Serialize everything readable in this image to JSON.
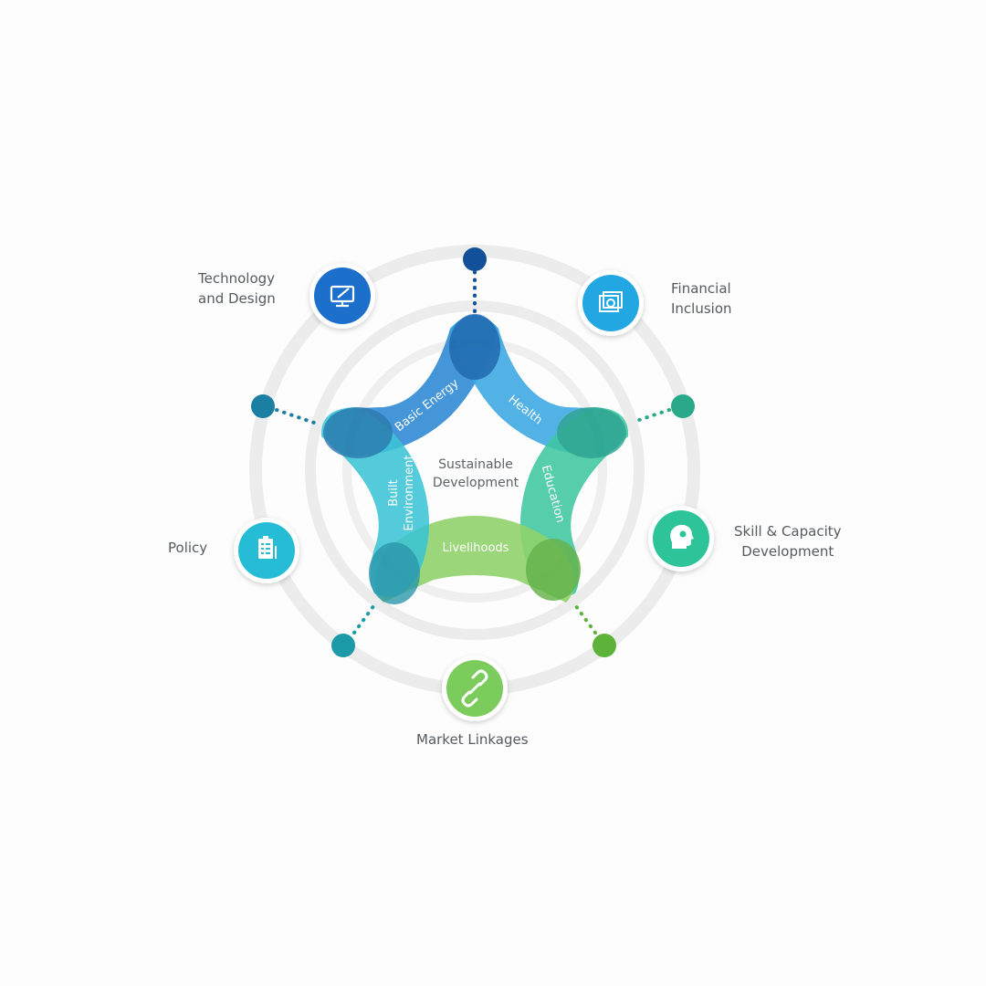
{
  "center_title": {
    "line1": "Sustainable",
    "line2": "Development"
  },
  "inner_arms": [
    {
      "id": "basic-energy",
      "label": "Basic Energy",
      "color": "#1f7fd2"
    },
    {
      "id": "health",
      "label": "Health",
      "color": "#2aa0e0"
    },
    {
      "id": "education",
      "label": "Education",
      "color": "#2fc39a"
    },
    {
      "id": "livelihoods",
      "label": "Livelihoods",
      "color": "#86cf5f"
    },
    {
      "id": "built-environment",
      "label_line1": "Built",
      "label_line2": "Environment",
      "color": "#2bbfd3"
    }
  ],
  "outer_nodes": [
    {
      "id": "technology-and-design",
      "label": "Technology\nand Design",
      "icon": "monitor-icon",
      "color": "#1a6fcb"
    },
    {
      "id": "financial-inclusion",
      "label": "Financial\nInclusion",
      "icon": "banknote-icon",
      "color": "#24a7e3"
    },
    {
      "id": "skill-capacity-development",
      "label": "Skill & Capacity\nDevelopment",
      "icon": "head-gear-icon",
      "color": "#2ec49a"
    },
    {
      "id": "market-linkages",
      "label": "Market Linkages",
      "icon": "link-icon",
      "color": "#7ccc5d"
    },
    {
      "id": "policy",
      "label": "Policy",
      "icon": "clipboard-icon",
      "color": "#26bcd6"
    }
  ],
  "colors": {
    "ring": "#ececec",
    "dot_top": "#12509a",
    "dot_right": "#2aa98a",
    "dot_bottom_right": "#5db33a",
    "dot_bottom_left": "#1d9aa8",
    "dot_left": "#1b7ea3"
  }
}
